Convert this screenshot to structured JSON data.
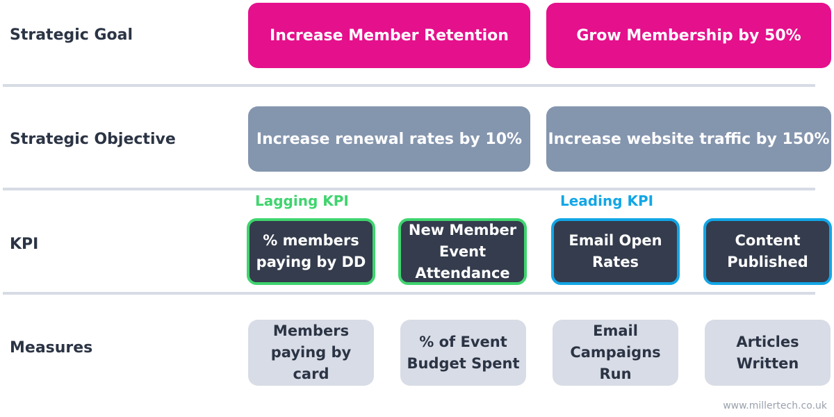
{
  "rows": {
    "goal": "Strategic Goal",
    "objective": "Strategic Objective",
    "kpi": "KPI",
    "measures": "Measures"
  },
  "goals": [
    "Increase Member Retention",
    "Grow Membership by 50%"
  ],
  "objectives": [
    "Increase renewal rates by 10%",
    "Increase website traffic by 150%"
  ],
  "kpi_types": {
    "lagging": "Lagging KPI",
    "leading": "Leading KPI"
  },
  "kpis": [
    "% members paying by DD",
    "New Member Event Attendance",
    "Email Open Rates",
    "Content Published"
  ],
  "measures": [
    "Members paying by card",
    "% of Event Budget Spent",
    "Email Campaigns Run",
    "Articles Written"
  ],
  "watermark": "www.millertech.co.uk",
  "colors": {
    "goal": "#e5108c",
    "objective": "#8495ae",
    "kpi_fill": "#343c4d",
    "lagging": "#3fd46e",
    "leading": "#12a6e6",
    "measure": "#d8dce6",
    "divider": "#d6dbe4"
  }
}
